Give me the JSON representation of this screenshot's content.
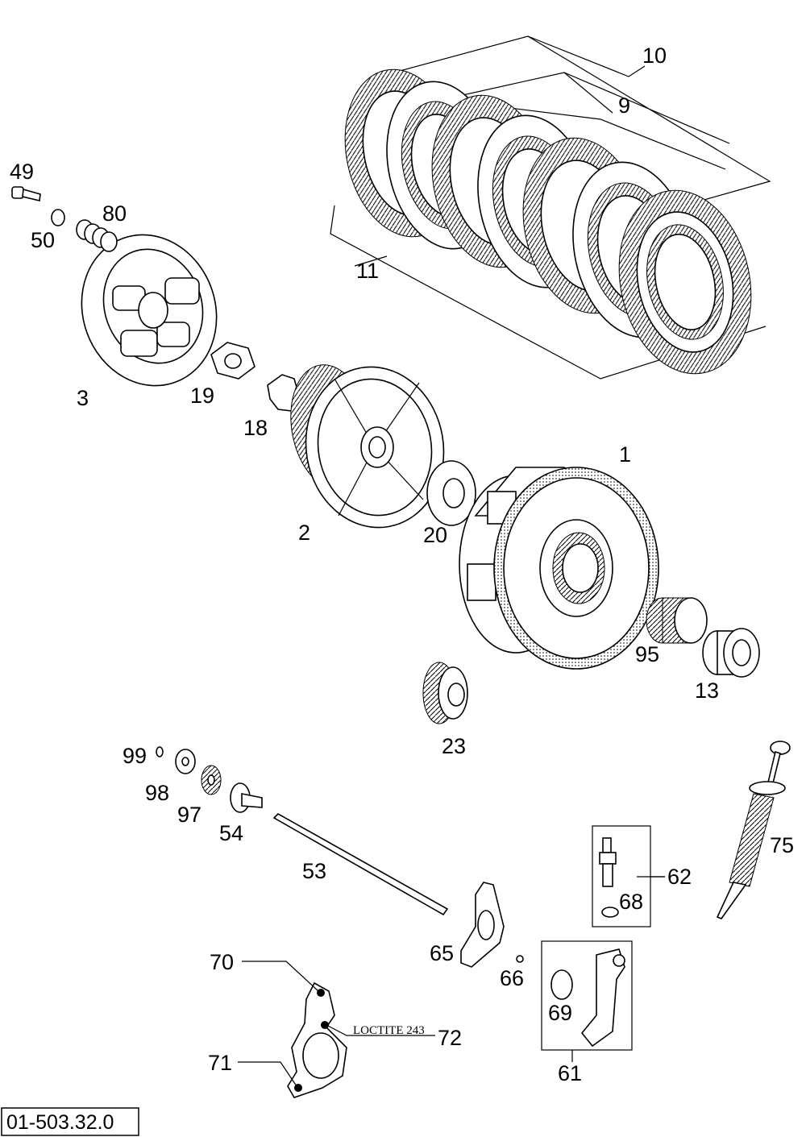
{
  "diagram": {
    "reference_code": "01-503.32.0",
    "note_label": "LOCTITE 243",
    "callouts": {
      "c1": "1",
      "c2": "2",
      "c3": "3",
      "c9": "9",
      "c10": "10",
      "c11": "11",
      "c13": "13",
      "c18": "18",
      "c19": "19",
      "c20": "20",
      "c23": "23",
      "c49": "49",
      "c50": "50",
      "c53": "53",
      "c54": "54",
      "c61": "61",
      "c62": "62",
      "c65": "65",
      "c66": "66",
      "c68": "68",
      "c69": "69",
      "c70": "70",
      "c71": "71",
      "c72": "72",
      "c75": "75",
      "c80": "80",
      "c95": "95",
      "c97": "97",
      "c98": "98",
      "c99": "99"
    }
  }
}
